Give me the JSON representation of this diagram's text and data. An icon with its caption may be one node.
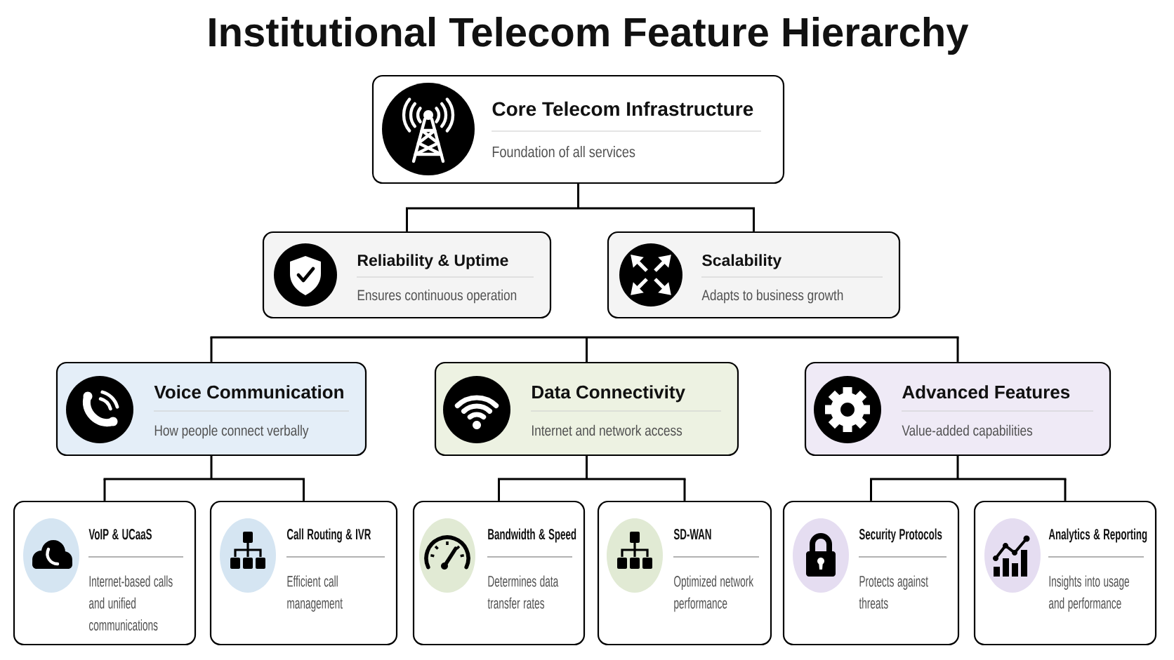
{
  "diagram": {
    "title": "Institutional Telecom Feature Hierarchy",
    "nodes": [
      {
        "text": [
          "Core Telecom Infrastructure",
          "Foundation of all services"
        ]
      },
      {
        "text": [
          "Reliability & Uptime",
          "Ensures continuous operation"
        ]
      },
      {
        "text": [
          "Scalability",
          "Adapts to business growth"
        ]
      },
      {
        "text": [
          "Voice Communication",
          "How people connect verbally"
        ]
      },
      {
        "text": [
          "Data Connectivity",
          "Internet and network access"
        ]
      },
      {
        "text": [
          "Advanced Features",
          "Value-added capabilities"
        ]
      },
      {
        "text": [
          "VoIP & UCaaS",
          "Internet-based calls and unified communications"
        ]
      },
      {
        "text": [
          "Call Routing & IVR",
          "Efficient call management"
        ]
      },
      {
        "text": [
          "Bandwidth & Speed",
          "Determines data transfer rates"
        ]
      },
      {
        "text": [
          "SD-WAN",
          "Optimized network performance"
        ]
      },
      {
        "text": [
          "Security Protocols",
          "Protects against threats"
        ]
      },
      {
        "text": [
          "Analytics & Reporting",
          "Insights into usage and performance"
        ]
      }
    ],
    "edges": [
      {
        "from": 0,
        "to": 1,
        "arrow": "none"
      },
      {
        "from": 0,
        "to": 2,
        "arrow": "none"
      },
      {
        "from": 4,
        "to": 3,
        "arrow": "none"
      },
      {
        "from": 4,
        "to": 5,
        "arrow": "none"
      },
      {
        "from": 3,
        "to": 6,
        "arrow": "none"
      },
      {
        "from": 3,
        "to": 7,
        "arrow": "none"
      },
      {
        "from": 4,
        "to": 8,
        "arrow": "none"
      },
      {
        "from": 4,
        "to": 9,
        "arrow": "none"
      },
      {
        "from": 5,
        "to": 10,
        "arrow": "none"
      },
      {
        "from": 5,
        "to": 11,
        "arrow": "none"
      }
    ]
  }
}
